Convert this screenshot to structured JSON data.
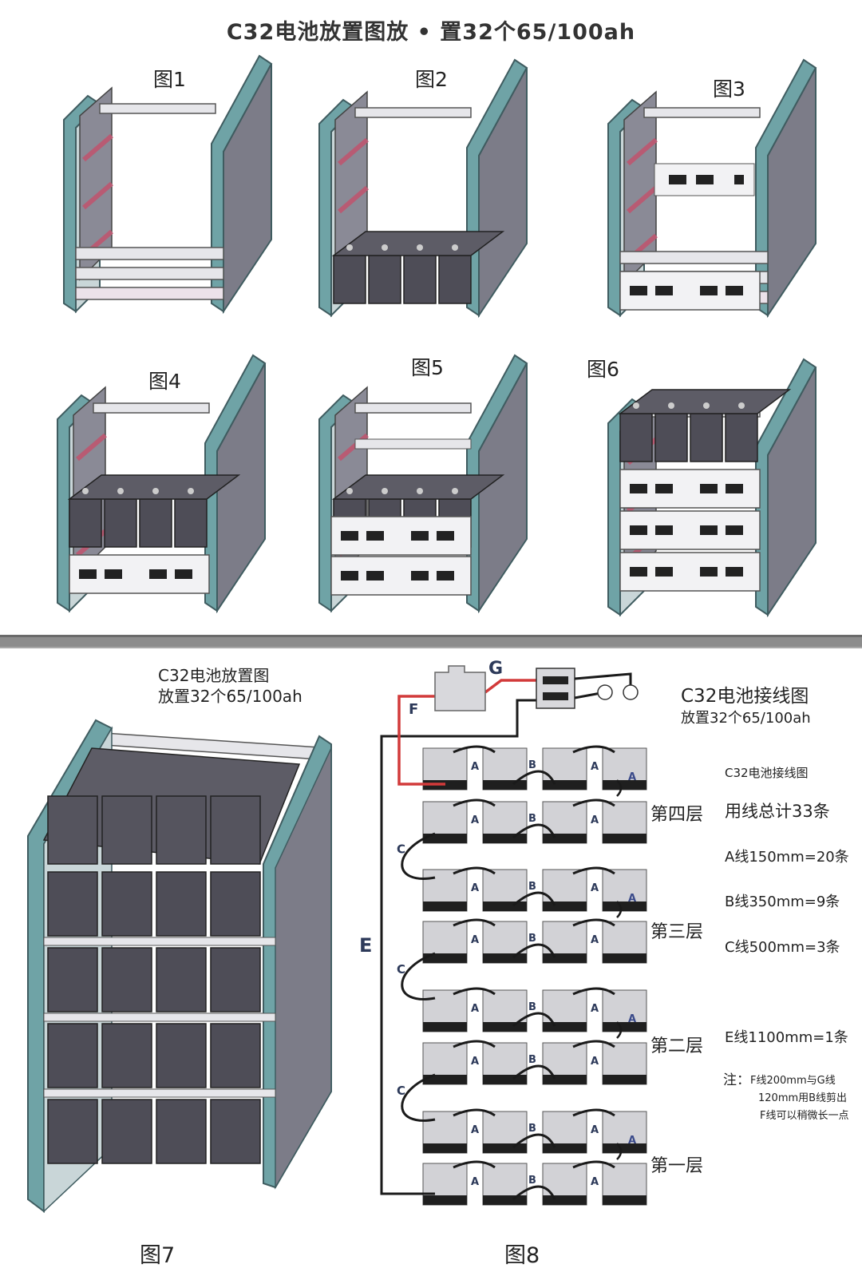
{
  "top": {
    "title": "C32电池放置图放 • 置32个65/100ah",
    "figures": [
      "图1",
      "图2",
      "图3",
      "图4",
      "图5",
      "图6"
    ]
  },
  "bottom": {
    "left": {
      "caption_line1": "C32电池放置图",
      "caption_line2": "放置32个65/100ah",
      "fig_label": "图7"
    },
    "right": {
      "title": "C32电池接线图",
      "subtitle": "放置32个65/100ah",
      "fig_label": "图8",
      "small_title": "C32电池接线图",
      "total": "用线总计33条",
      "a_line": "A线150mm=20条",
      "b_line": "B线350mm=9条",
      "c_line": "C线500mm=3条",
      "e_line": "E线1100mm=1条",
      "note_prefix": "注：",
      "note_1": "F线200mm与G线",
      "note_2": "120mm用B线剪出",
      "note_3": "F线可以稍微长一点",
      "layers": [
        "第四层",
        "第三层",
        "第二层",
        "第一层"
      ],
      "wire_letters": {
        "a": "A",
        "b": "B",
        "c": "C",
        "e": "E",
        "f": "F",
        "g": "G"
      }
    }
  },
  "colors": {
    "frame_teal": "#6fa3a6",
    "frame_dark": "#3f5c60",
    "panel_gray": "#7a7a85",
    "battery_dark": "#4e4d57",
    "red_wire": "#d23a3a",
    "black_wire": "#1a1a1a",
    "shelf_light": "#e6e6ea",
    "strap_red": "#b85b73"
  }
}
